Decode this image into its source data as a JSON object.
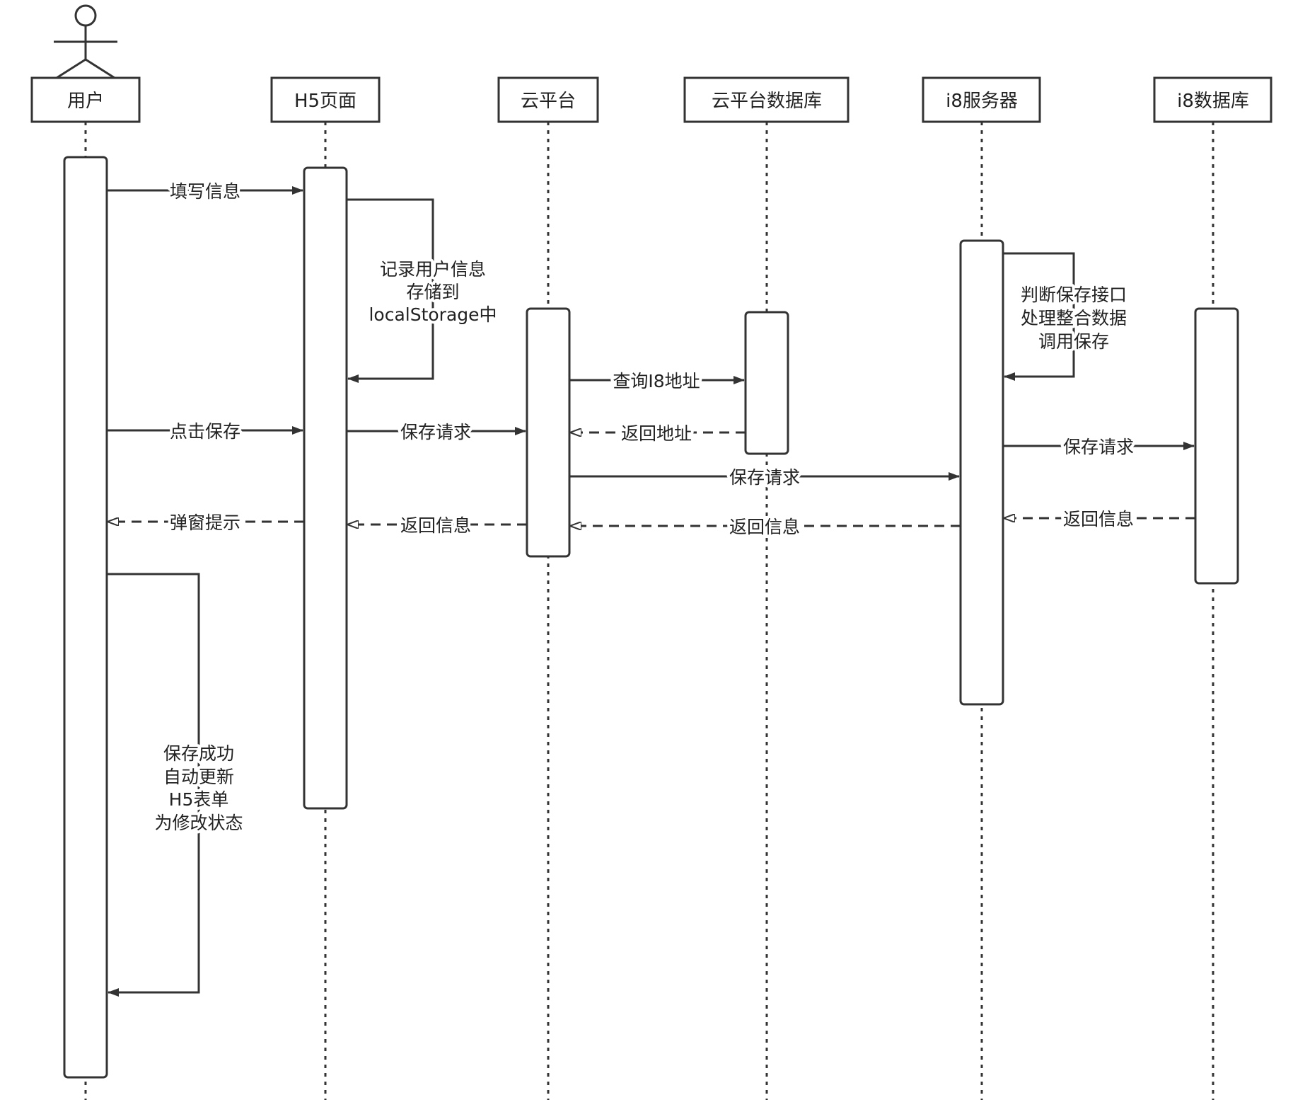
{
  "participants": [
    {
      "id": "user",
      "label": "用户"
    },
    {
      "id": "h5",
      "label": "H5页面"
    },
    {
      "id": "cloud",
      "label": "云平台"
    },
    {
      "id": "clouddb",
      "label": "云平台数据库"
    },
    {
      "id": "i8",
      "label": "i8服务器"
    },
    {
      "id": "i8db",
      "label": "i8数据库"
    }
  ],
  "messages": [
    {
      "label": "填写信息",
      "style": "solid"
    },
    {
      "label": "点击保存",
      "style": "solid"
    },
    {
      "label": "弹窗提示",
      "style": "dashed"
    },
    {
      "label": "保存请求",
      "style": "solid"
    },
    {
      "label": "返回信息",
      "style": "dashed"
    },
    {
      "label": "查询I8地址",
      "style": "solid"
    },
    {
      "label": "返回地址",
      "style": "dashed"
    },
    {
      "label": "保存请求",
      "style": "solid"
    },
    {
      "label": "返回信息",
      "style": "dashed"
    },
    {
      "label": "保存请求",
      "style": "solid"
    },
    {
      "label": "返回信息",
      "style": "dashed"
    }
  ],
  "self_notes": [
    {
      "lines": [
        "记录用户信息",
        "存储到",
        "localStorage中"
      ]
    },
    {
      "lines": [
        "判断保存接口",
        "处理整合数据",
        "调用保存"
      ]
    },
    {
      "lines": [
        "保存成功",
        "自动更新",
        "H5表单",
        "为修改状态"
      ]
    }
  ],
  "colors": {
    "stroke": "#333333",
    "text": "#222222"
  }
}
